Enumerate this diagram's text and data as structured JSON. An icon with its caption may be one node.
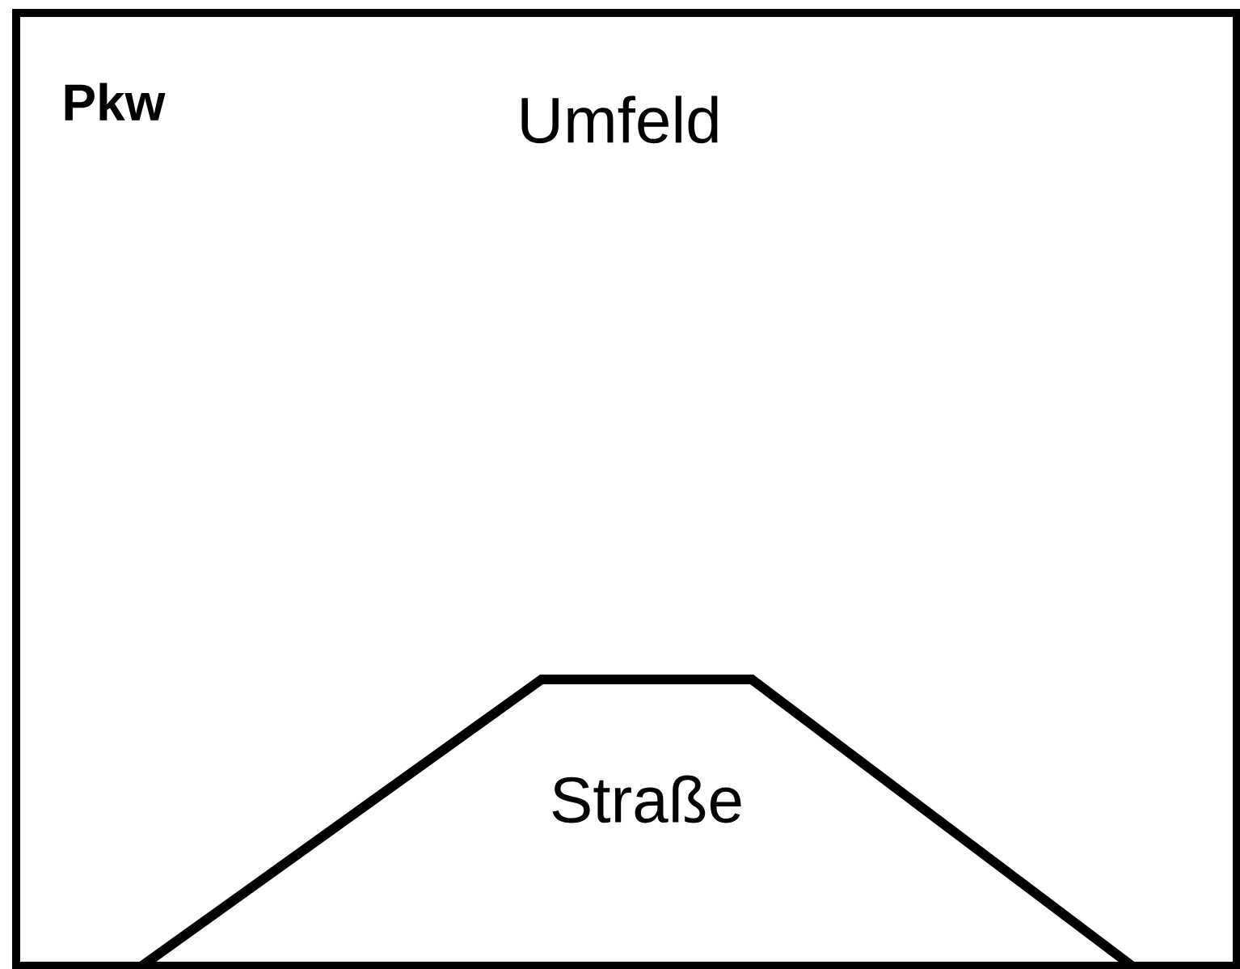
{
  "diagram": {
    "nodes": [
      {
        "text": [
          "Pkw",
          "Umfeld"
        ]
      },
      {
        "text": [
          "Straße"
        ],
        "in": 0
      }
    ]
  }
}
